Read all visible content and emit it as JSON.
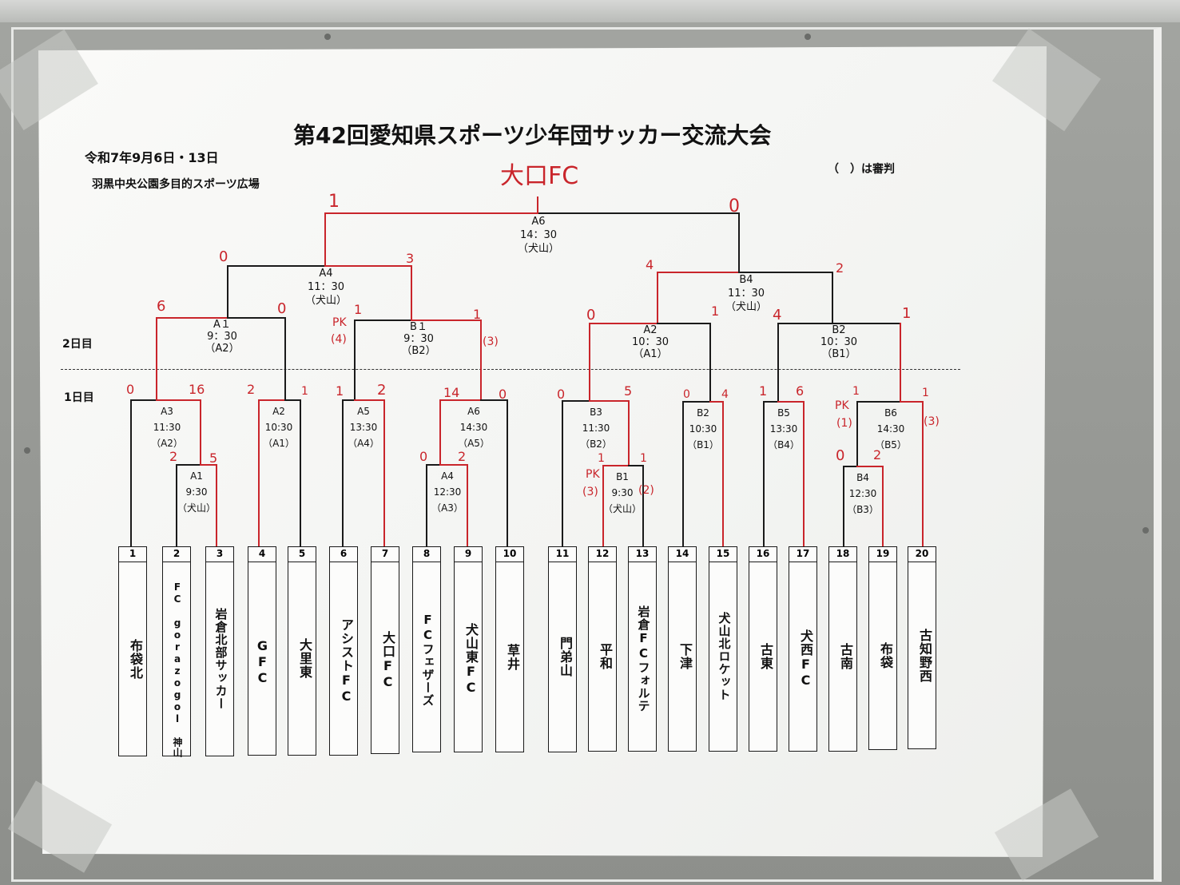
{
  "title": "第42回愛知県スポーツ少年団サッカー交流大会",
  "date": "令和7年9月6日・13日",
  "venue": "羽黒中央公園多目的スポーツ広場",
  "referee_note": "（　）は審判",
  "champion": "大口FC",
  "day_labels": {
    "day2": "2日目",
    "day1": "1日目"
  },
  "teams": [
    {
      "no": "1",
      "name": "布袋北"
    },
    {
      "no": "2",
      "name": "FC gorazogol 神山"
    },
    {
      "no": "3",
      "name": "岩倉北部サッカー"
    },
    {
      "no": "4",
      "name": "GFC"
    },
    {
      "no": "5",
      "name": "大里東"
    },
    {
      "no": "6",
      "name": "アシストFC"
    },
    {
      "no": "7",
      "name": "大口FC"
    },
    {
      "no": "8",
      "name": "FCフェザーズ"
    },
    {
      "no": "9",
      "name": "犬山東FC"
    },
    {
      "no": "10",
      "name": "草井"
    },
    {
      "no": "11",
      "name": "門弟山"
    },
    {
      "no": "12",
      "name": "平和"
    },
    {
      "no": "13",
      "name": "岩倉FCフォルテ"
    },
    {
      "no": "14",
      "name": "下津"
    },
    {
      "no": "15",
      "name": "犬山北ロケット"
    },
    {
      "no": "16",
      "name": "古東"
    },
    {
      "no": "17",
      "name": "犬西FC"
    },
    {
      "no": "18",
      "name": "古南"
    },
    {
      "no": "19",
      "name": "布袋"
    },
    {
      "no": "20",
      "name": "古知野西"
    }
  ],
  "matches": {
    "final": {
      "code": "A6",
      "time": "14：30",
      "ref": "（犬山）"
    },
    "semi_a": {
      "code": "A4",
      "time": "11：30",
      "ref": "（犬山）"
    },
    "semi_b": {
      "code": "B4",
      "time": "11：30",
      "ref": "（犬山）"
    },
    "d2_a1": {
      "code": "A１",
      "time": "9：30",
      "ref": "（A2）"
    },
    "d2_b1": {
      "code": "B１",
      "time": "9：30",
      "ref": "（B2）"
    },
    "d2_a2": {
      "code": "A2",
      "time": "10：30",
      "ref": "（A1）"
    },
    "d2_b2": {
      "code": "B2",
      "time": "10：30",
      "ref": "（B1）"
    },
    "d1_a3": {
      "code": "A3",
      "time": "11:30",
      "ref": "（A2）"
    },
    "d1_a1": {
      "code": "A1",
      "time": "9:30",
      "ref": "（犬山）"
    },
    "d1_a2": {
      "code": "A2",
      "time": "10:30",
      "ref": "（A1）"
    },
    "d1_a5": {
      "code": "A5",
      "time": "13:30",
      "ref": "（A4）"
    },
    "d1_a6": {
      "code": "A6",
      "time": "14:30",
      "ref": "（A5）"
    },
    "d1_a4": {
      "code": "A4",
      "time": "12:30",
      "ref": "（A3）"
    },
    "d1_b3": {
      "code": "B3",
      "time": "11:30",
      "ref": "（B2）"
    },
    "d1_b1": {
      "code": "B1",
      "time": "9:30",
      "ref": "（犬山）"
    },
    "d1_b2": {
      "code": "B2",
      "time": "10:30",
      "ref": "（B1）"
    },
    "d1_b5": {
      "code": "B5",
      "time": "13:30",
      "ref": "（B4）"
    },
    "d1_b6": {
      "code": "B6",
      "time": "14:30",
      "ref": "（B5）"
    },
    "d1_b4": {
      "code": "B4",
      "time": "12:30",
      "ref": "（B3）"
    }
  },
  "scores": {
    "final_l": "1",
    "final_r": "0",
    "semi_a_l": "0",
    "semi_a_r": "3",
    "semi_b_l": "4",
    "semi_b_r": "2",
    "d2a1_l": "6",
    "d2a1_r": "0",
    "d2b1_pk": "PK",
    "d2b1_l": "1",
    "d2b1_lpk": "(4)",
    "d2b1_r": "1",
    "d2b1_rpk": "(3)",
    "d2a2_l": "0",
    "d2a2_r": "1",
    "d2b2_l": "4",
    "d2b2_r": "1",
    "a3_l": "0",
    "a3_r": "16",
    "a1_l": "2",
    "a1_r": "5",
    "a2_l": "2",
    "a2_r": "1",
    "a5_l": "1",
    "a5_r": "2",
    "a6_l": "14",
    "a6_r": "0",
    "a4_l": "0",
    "a4_r": "2",
    "b3_l": "0",
    "b3_r": "5",
    "b1_pk": "PK",
    "b1_l": "1",
    "b1_lpk": "(3)",
    "b1_r": "1",
    "b1_rpk": "(2)",
    "b2_l": "0",
    "b2_r": "4",
    "b5_l": "1",
    "b5_r": "6",
    "b6_pk": "PK",
    "b6_l": "1",
    "b6_lpk": "(1)",
    "b6_r": "1",
    "b6_rpk": "(3)",
    "b4_l": "0",
    "b4_r": "2"
  },
  "colors": {
    "ink": "#1a1a1a",
    "marker_red": "#c9252b",
    "paper": "#f6f6f4",
    "board": "#9a9c98"
  }
}
